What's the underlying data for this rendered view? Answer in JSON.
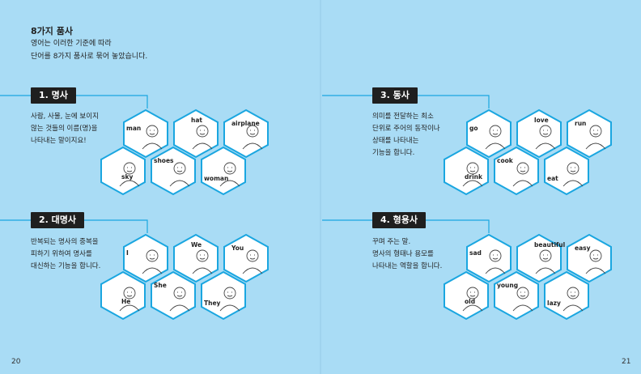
{
  "header": {
    "title": "8가지 품사",
    "intro_line1": "영어는 이러한 기준에 따라",
    "intro_line2": "단어를 8가지 품사로 묶어 놓았습니다."
  },
  "sections": {
    "noun": {
      "badge": "1. 명사",
      "desc1": "사람, 사물, 눈에 보이지",
      "desc2": "않는 것들의 이름(명)을",
      "desc3": "나타내는 말이지요!",
      "words": [
        "man",
        "hat",
        "airplane",
        "sky",
        "shoes",
        "woman"
      ]
    },
    "pronoun": {
      "badge": "2. 대명사",
      "desc1": "반복되는 명사의 중복을",
      "desc2": "피하기 위하여 명사를",
      "desc3": "대신하는 기능을 합니다.",
      "words": [
        "I",
        "We",
        "You",
        "He",
        "She",
        "They"
      ]
    },
    "verb": {
      "badge": "3. 동사",
      "desc1": "의미를 전달하는 최소",
      "desc2": "단위로 주어의 동작이나",
      "desc3": "상태를 나타내는",
      "desc4": "기능을 합니다.",
      "words": [
        "go",
        "love",
        "run",
        "drink",
        "cook",
        "eat"
      ]
    },
    "adjective": {
      "badge": "4. 형용사",
      "desc1": "꾸며 주는 말.",
      "desc2": "명사의 형태나 용모를",
      "desc3": "나타내는 역할을 합니다.",
      "words": [
        "sad",
        "beautiful",
        "easy",
        "old",
        "young",
        "lazy"
      ]
    }
  },
  "pages": {
    "left": "20",
    "right": "21"
  },
  "colors": {
    "background": "#a9dcf5",
    "accent": "#1aa6e0",
    "badge": "#1f1f1f"
  }
}
